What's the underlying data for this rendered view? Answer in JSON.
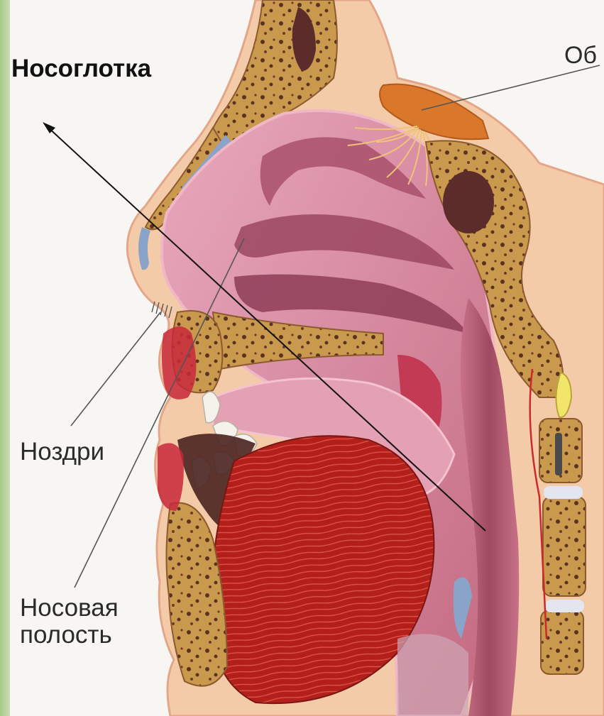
{
  "labels": {
    "nasopharynx": "Носоглотка",
    "olfactory": "Об",
    "nostrils": "Ноздри",
    "nasal_cavity_line1": "Носовая",
    "nasal_cavity_line2": "полость"
  },
  "colors": {
    "background": "#f7f6f2",
    "side_strip": "#b5d196",
    "skin": "#f2c9a6",
    "bone": "#c79a4e",
    "mucosa": "#d98aa2",
    "tongue": "#b8221e",
    "cartilage": "#8aa3c9"
  }
}
